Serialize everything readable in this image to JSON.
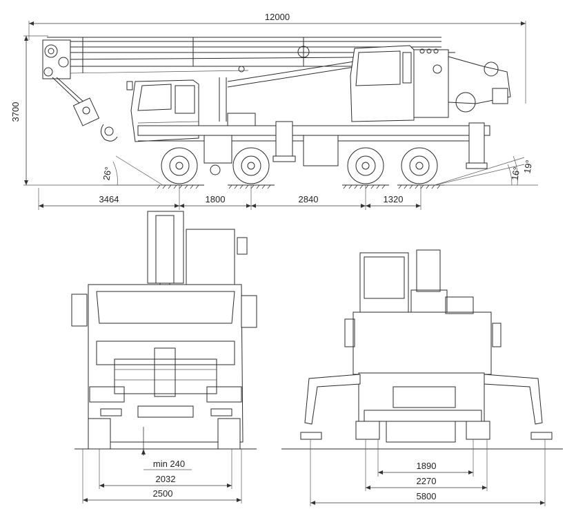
{
  "side_view": {
    "overall_length": "12000",
    "height": "3700",
    "front_overhang": "3464",
    "wheelbase_1": "1800",
    "wheelbase_2": "2840",
    "wheelbase_3": "1320",
    "approach_angle": "26°",
    "departure_angle_1": "19°",
    "departure_angle_2": "16°"
  },
  "front_view": {
    "ground_clearance": "min 240",
    "track_width": "2032",
    "overall_width": "2500"
  },
  "rear_view": {
    "outrigger_inner": "1890",
    "outrigger_mid": "2270",
    "outrigger_span": "5800"
  }
}
